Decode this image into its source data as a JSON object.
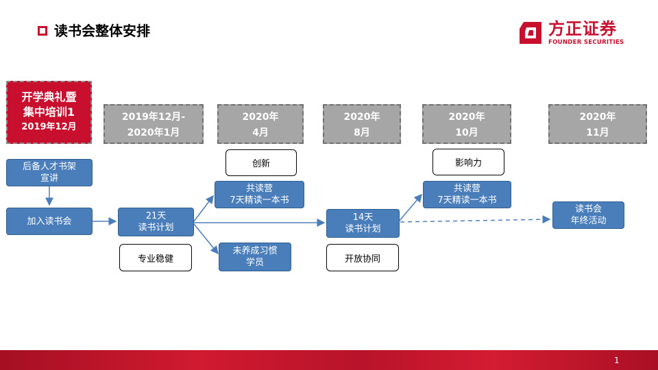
{
  "header": {
    "title": "读书会整体安排"
  },
  "logo": {
    "name_cn": "方正证券",
    "name_en": "FOUNDER SECURITIES",
    "brand_color": "#c8102e"
  },
  "phases": [
    {
      "line1": "开学典礼暨",
      "line2": "集中培训1",
      "line3": "2019年12月"
    },
    {
      "line1": "2019年12月-",
      "line2": "2020年1月"
    },
    {
      "line1": "2020年",
      "line2": "4月"
    },
    {
      "line1": "2020年",
      "line2": "8月"
    },
    {
      "line1": "2020年",
      "line2": "10月"
    },
    {
      "line1": "2020年",
      "line2": "11月"
    }
  ],
  "flow": {
    "backup_talent": {
      "line1": "后备人才书架",
      "line2": "宣讲"
    },
    "join": {
      "label": "加入读书会"
    },
    "plan21": {
      "line1": "21天",
      "line2": "读书计划"
    },
    "camp1": {
      "line1": "共读营",
      "line2": "7天精读一本书"
    },
    "habit": {
      "line1": "未养成习惯",
      "line2": "学员"
    },
    "plan14": {
      "line1": "14天",
      "line2": "读书计划"
    },
    "camp2": {
      "line1": "共读营",
      "line2": "7天精读一本书"
    },
    "final": {
      "line1": "读书会",
      "line2": "年终活动"
    }
  },
  "tags": {
    "professional": "专业稳健",
    "innovation": "创新",
    "open": "开放协同",
    "influence": "影响力"
  },
  "footer": {
    "page_number": "1"
  },
  "colors": {
    "flow_blue": "#4a7ebb",
    "phase_gray": "#a6a6a6",
    "accent_red": "#c8102e"
  }
}
